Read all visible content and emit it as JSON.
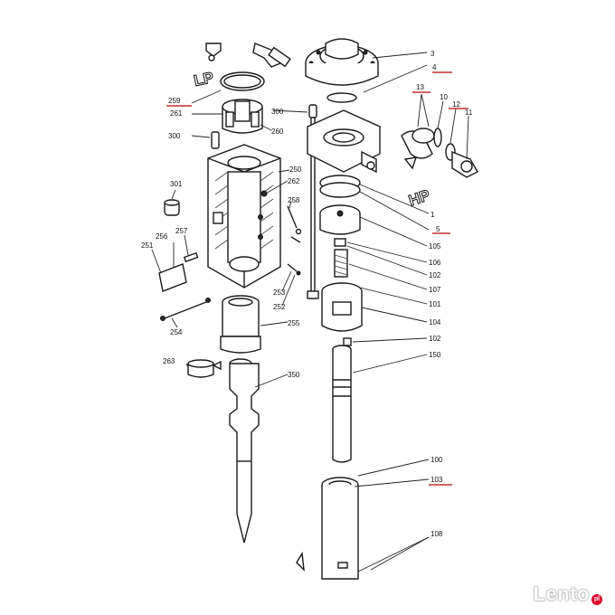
{
  "callouts": [
    {
      "id": "c3",
      "text": "3"
    },
    {
      "id": "c4",
      "text": "4"
    },
    {
      "id": "c13",
      "text": "13"
    },
    {
      "id": "c10",
      "text": "10"
    },
    {
      "id": "c12",
      "text": "12"
    },
    {
      "id": "c11",
      "text": "11"
    },
    {
      "id": "c259",
      "text": "259"
    },
    {
      "id": "c261",
      "text": "261"
    },
    {
      "id": "c300a",
      "text": "300"
    },
    {
      "id": "c300b",
      "text": "300"
    },
    {
      "id": "c260",
      "text": "260"
    },
    {
      "id": "c250",
      "text": "250"
    },
    {
      "id": "c262",
      "text": "262"
    },
    {
      "id": "c301",
      "text": "301"
    },
    {
      "id": "c258",
      "text": "258"
    },
    {
      "id": "c256",
      "text": "256"
    },
    {
      "id": "c257",
      "text": "257"
    },
    {
      "id": "c251",
      "text": "251"
    },
    {
      "id": "c253",
      "text": "253"
    },
    {
      "id": "c252",
      "text": "252"
    },
    {
      "id": "c254",
      "text": "254"
    },
    {
      "id": "c255",
      "text": "255"
    },
    {
      "id": "c263",
      "text": "263"
    },
    {
      "id": "c350",
      "text": "350"
    },
    {
      "id": "c1",
      "text": "1"
    },
    {
      "id": "c5",
      "text": "5"
    },
    {
      "id": "c105",
      "text": "105"
    },
    {
      "id": "c106",
      "text": "106"
    },
    {
      "id": "c102a",
      "text": "102"
    },
    {
      "id": "c107",
      "text": "107"
    },
    {
      "id": "c101",
      "text": "101"
    },
    {
      "id": "c104",
      "text": "104"
    },
    {
      "id": "c102b",
      "text": "102"
    },
    {
      "id": "c150",
      "text": "150"
    },
    {
      "id": "c100",
      "text": "100"
    },
    {
      "id": "c103",
      "text": "103"
    },
    {
      "id": "c108",
      "text": "108"
    }
  ],
  "ports": {
    "low_pressure": "LP",
    "high_pressure": "HP"
  },
  "watermark": {
    "brand": "Lento",
    "suffix": "pl"
  }
}
